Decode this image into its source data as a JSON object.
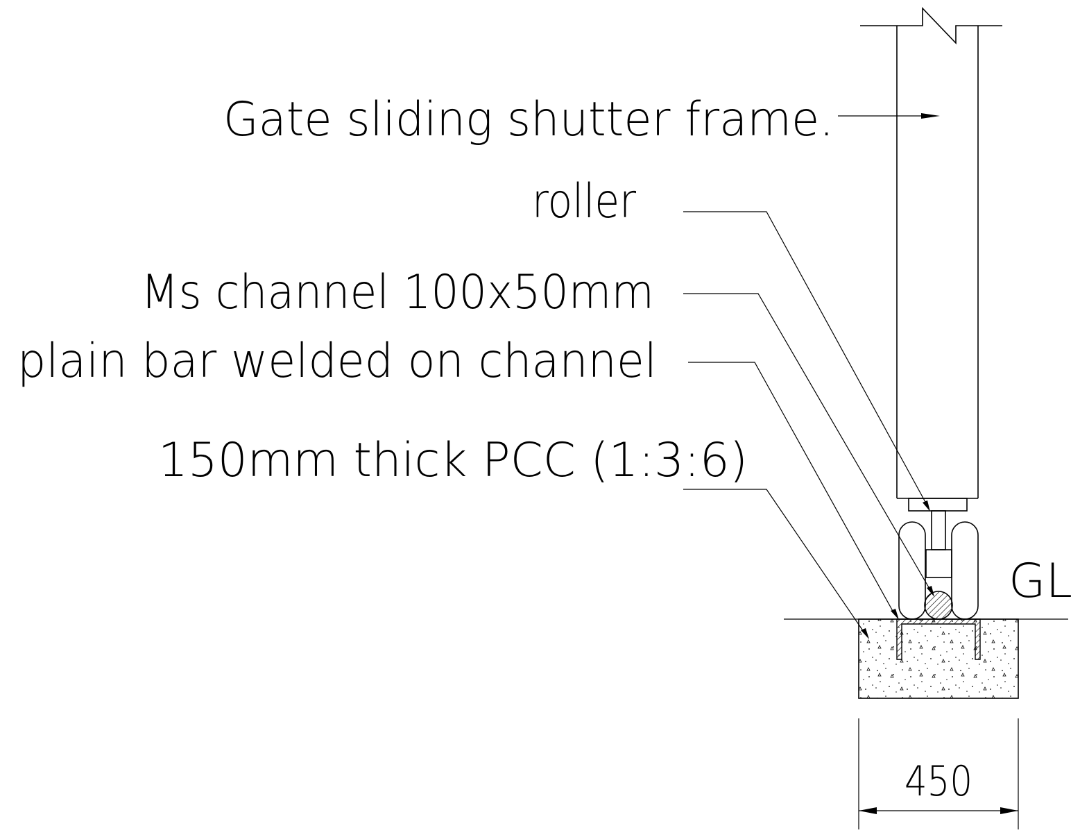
{
  "labels": {
    "frame": "Gate sliding shutter frame.",
    "roller": "roller",
    "channel": "Ms channel 100x50mm",
    "bar": "plain bar welded on channel",
    "pcc": "150mm thick PCC (1:3:6)",
    "ground_level": "GL",
    "dimension": "450"
  }
}
